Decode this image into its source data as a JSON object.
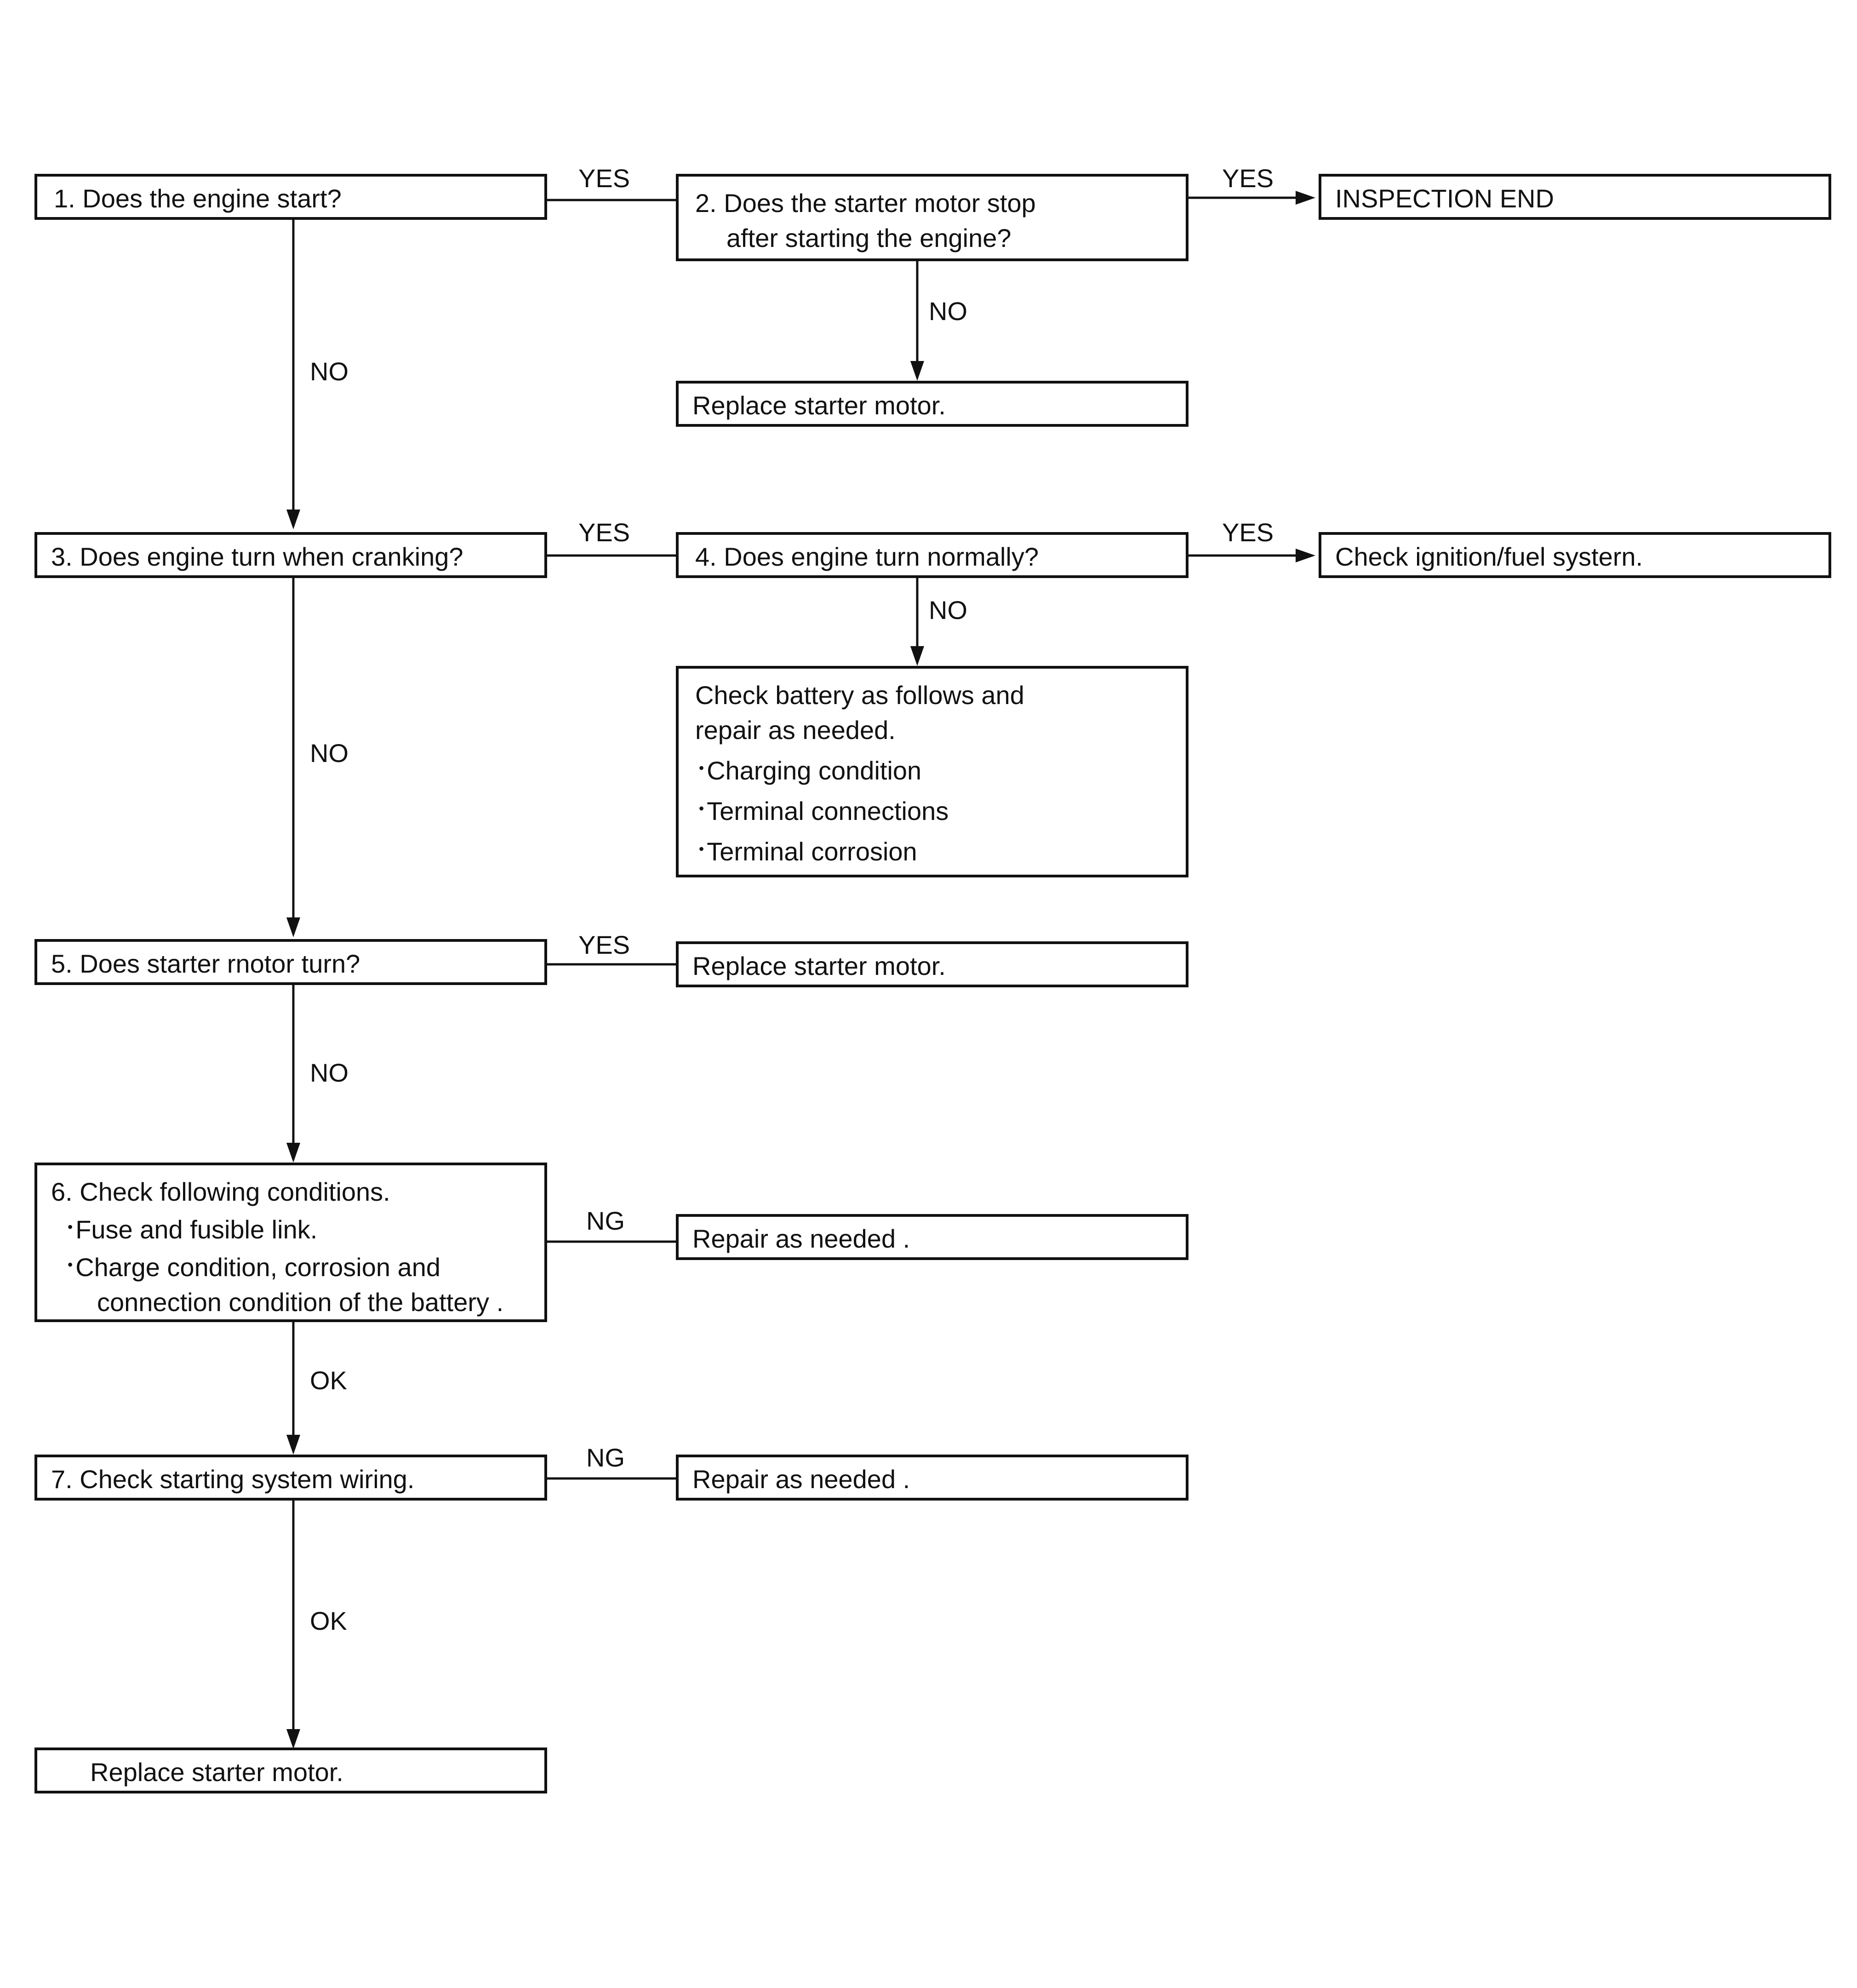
{
  "nodes": {
    "q1": {
      "label": "1. Does the engine start?"
    },
    "q2": {
      "line1": "2. Does the starter motor stop",
      "line2": "after starting the engine?"
    },
    "end": {
      "label": "INSPECTION END"
    },
    "r_q2_no": {
      "label": "Replace starter motor."
    },
    "q3": {
      "label": "3. Does engine turn when cranking?"
    },
    "q4": {
      "label": "4. Does engine turn normally?"
    },
    "ign": {
      "label": "Check ignition/fuel systern."
    },
    "battery": {
      "line1": "Check battery as follows and",
      "line2": "repair as needed.",
      "items": [
        "Charging condition",
        "Terminal connections",
        "Terminal corrosion"
      ]
    },
    "q5": {
      "label": "5. Does starter rnotor turn?"
    },
    "r_q5_yes": {
      "label": "Replace starter motor."
    },
    "q6": {
      "line1": "6. Check following conditions.",
      "items": [
        "Fuse and fusible link.",
        "Charge condition, corrosion and"
      ],
      "cont": "connection condition of the battery ."
    },
    "r_q6_ng": {
      "label": "Repair as needed ."
    },
    "q7": {
      "label": "7. Check starting system wiring."
    },
    "r_q7_ng": {
      "label": "Repair as needed ."
    },
    "r_final": {
      "label": "Replace starter motor."
    }
  },
  "edges": {
    "q1_yes": "YES",
    "q2_yes": "YES",
    "q2_no": "NO",
    "q1_no": "NO",
    "q3_yes": "YES",
    "q4_yes": "YES",
    "q4_no": "NO",
    "q3_no": "NO",
    "q5_yes": "YES",
    "q5_no": "NO",
    "q6_ng": "NG",
    "q6_ok": "OK",
    "q7_ng": "NG",
    "q7_ok": "OK"
  },
  "colors": {
    "line": "#111111",
    "background": "#ffffff"
  }
}
